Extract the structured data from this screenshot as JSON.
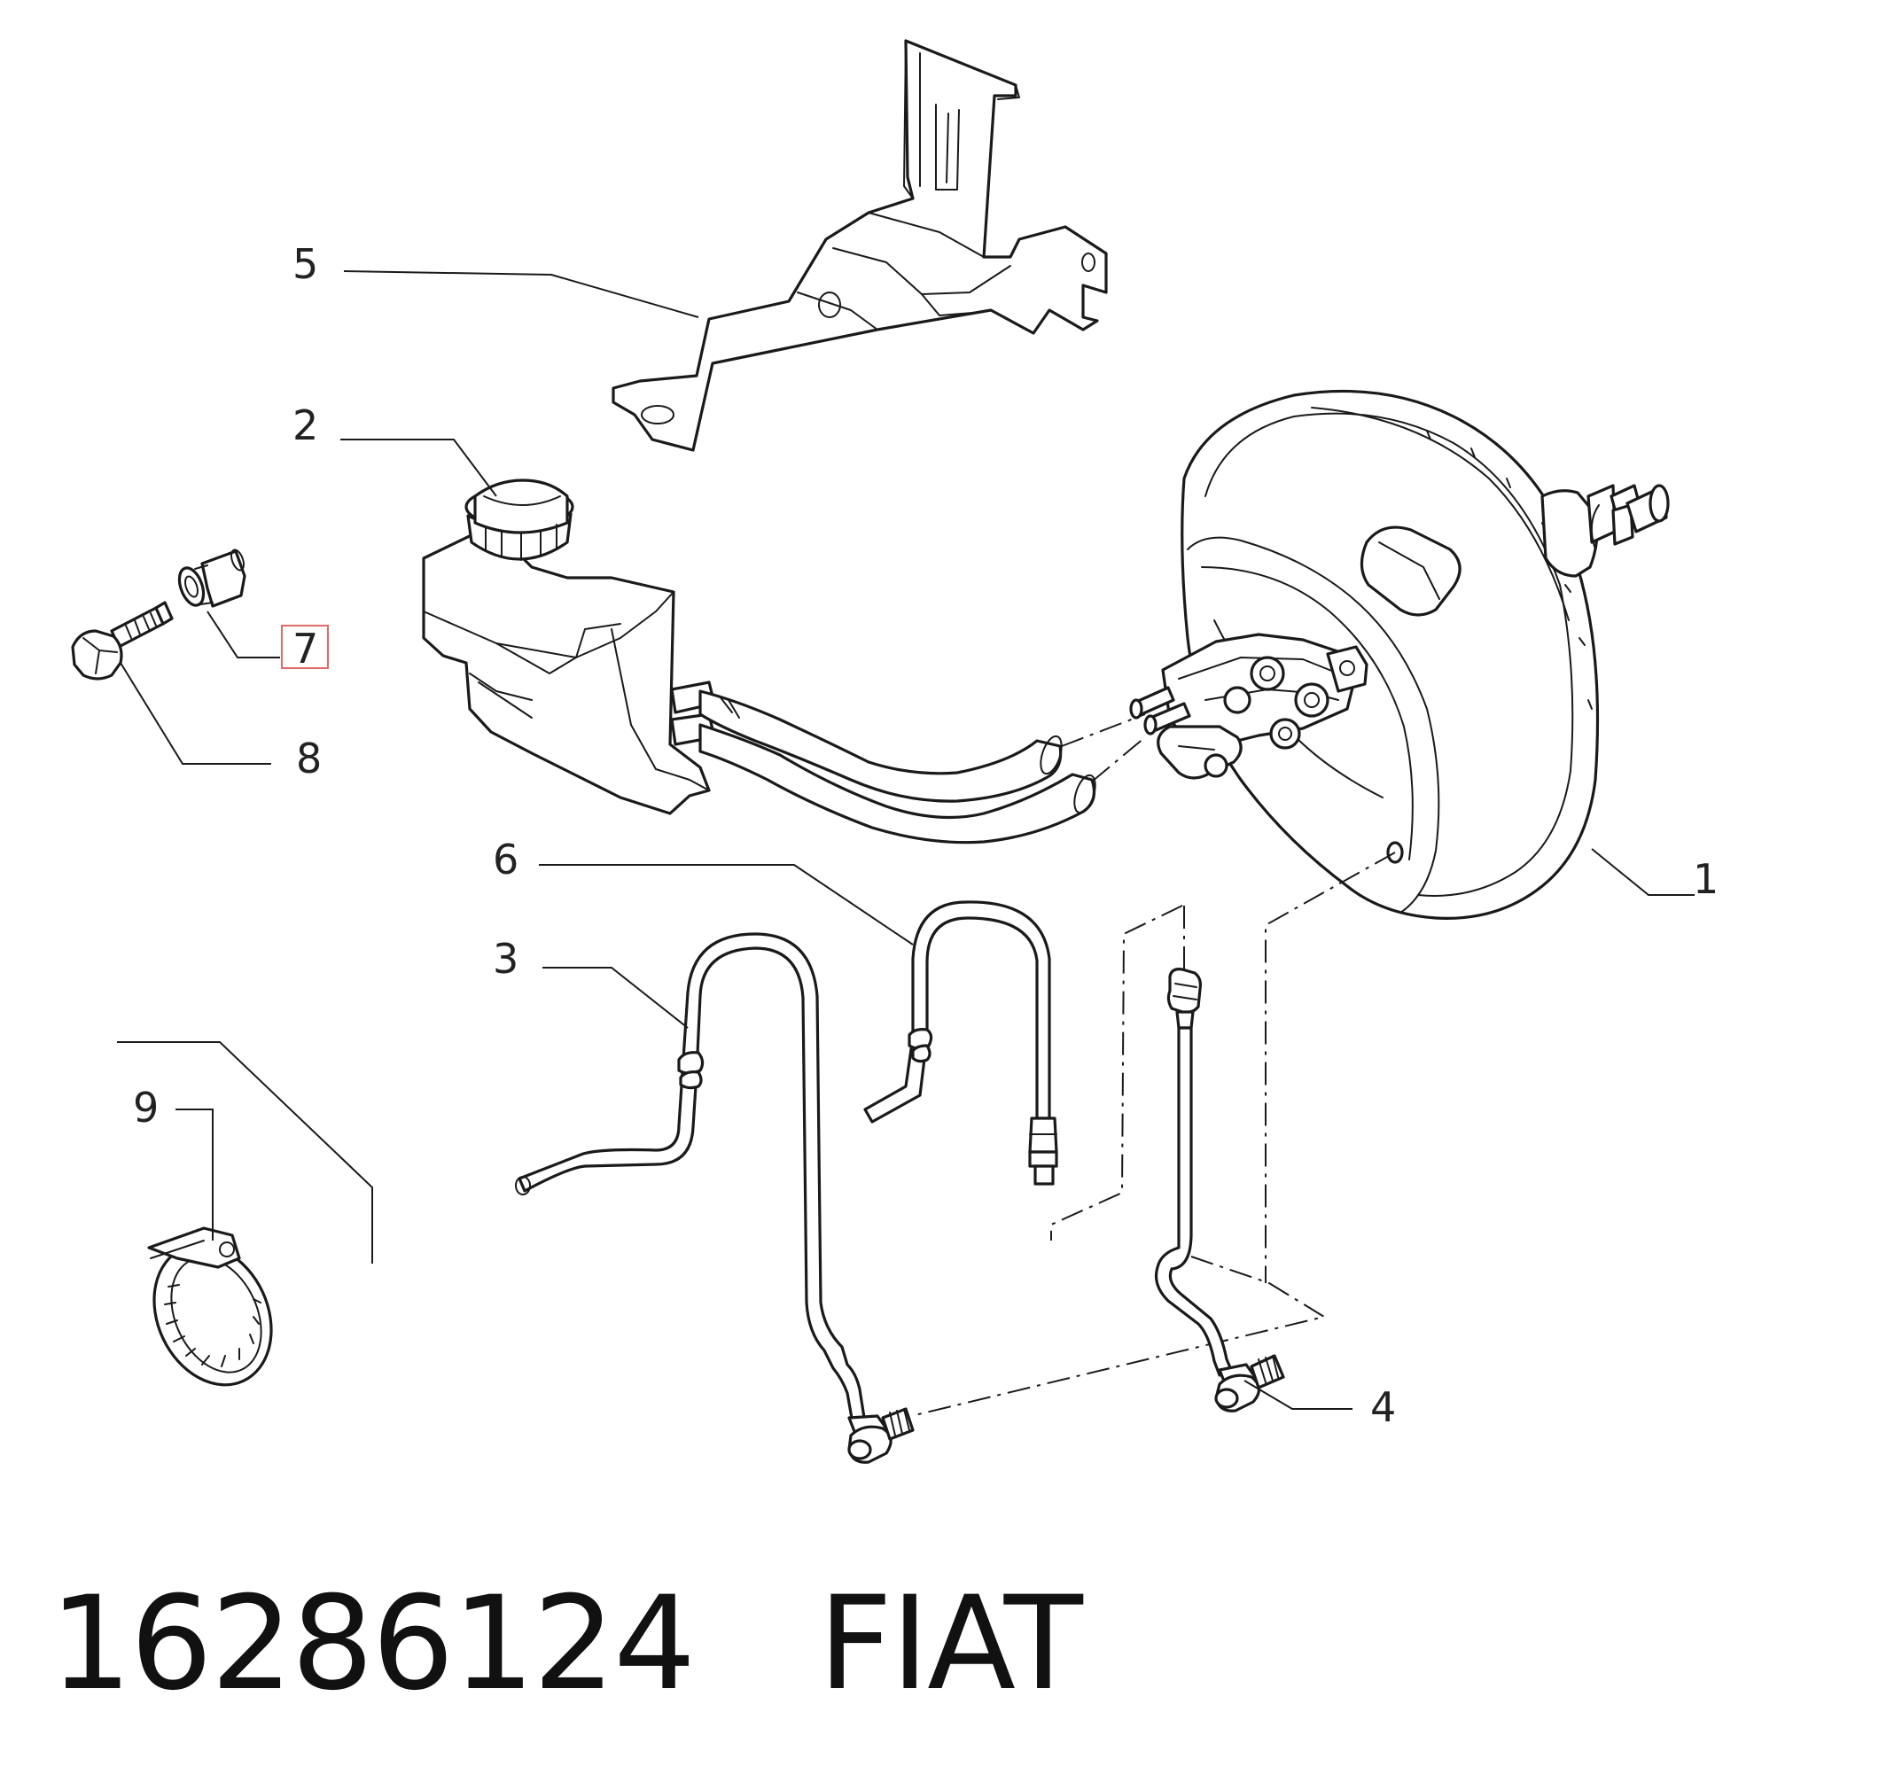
{
  "callouts": {
    "c1": "1",
    "c2": "2",
    "c3": "3",
    "c4": "4",
    "c5": "5",
    "c6": "6",
    "c7": "7",
    "c8": "8",
    "c9": "9"
  },
  "highlighted_callout": "7",
  "highlight_color": "#e06a6a",
  "footer": {
    "part_number": "16286124",
    "brand": "FIAT"
  }
}
